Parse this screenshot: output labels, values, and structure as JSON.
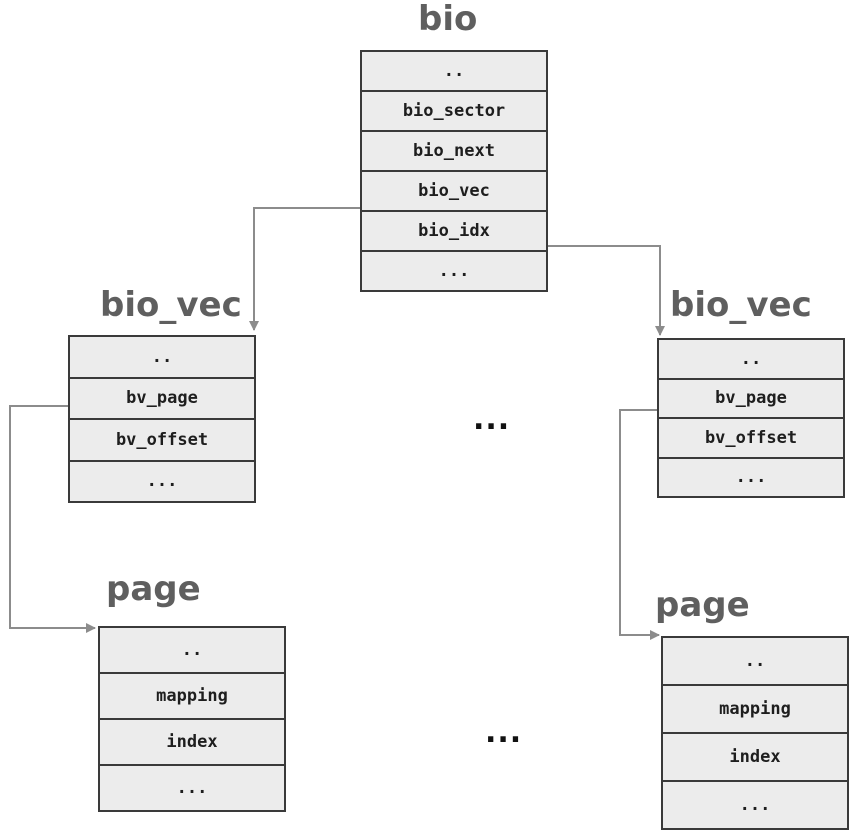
{
  "bio": {
    "title": "bio",
    "fields": [
      "..",
      "bio_sector",
      "bio_next",
      "bio_vec",
      "bio_idx",
      "..."
    ]
  },
  "bio_vec_left": {
    "title": "bio_vec",
    "fields": [
      "..",
      "bv_page",
      "bv_offset",
      "..."
    ]
  },
  "bio_vec_right": {
    "title": "bio_vec",
    "fields": [
      "..",
      "bv_page",
      "bv_offset",
      "..."
    ]
  },
  "page_left": {
    "title": "page",
    "fields": [
      "..",
      "mapping",
      "index",
      "..."
    ]
  },
  "page_right": {
    "title": "page",
    "fields": [
      "..",
      "mapping",
      "index",
      "..."
    ]
  },
  "middle_ellipsis_top": "...",
  "middle_ellipsis_bottom": "...",
  "colors": {
    "box_fill": "#ececec",
    "box_border": "#3a3a3a",
    "title": "#5f5f5f",
    "connector": "#8c8c8c"
  }
}
